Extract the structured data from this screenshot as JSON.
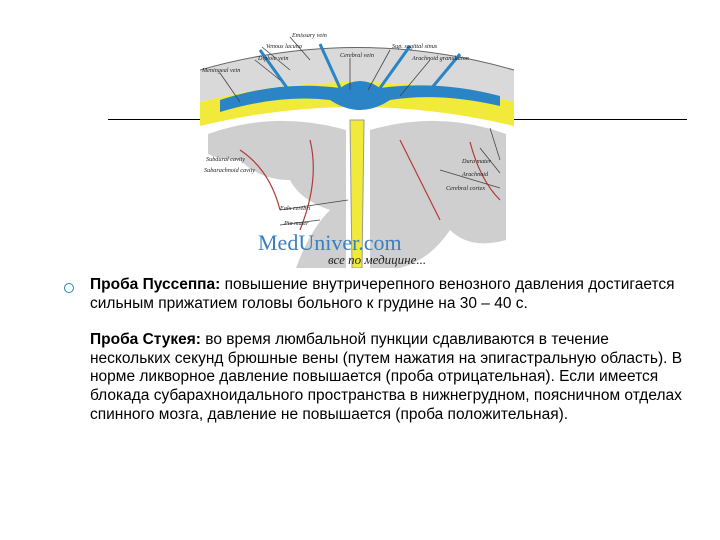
{
  "figure": {
    "labels": {
      "emissary_vein": "Emissary vein",
      "venous_lacuna": "Venous lacuna",
      "diploic_vein": "Diploic vein",
      "meningeal_vein": "Meningeal vein",
      "cerebral_vein_top": "Cerebral vein",
      "sup_sagittal_sinus": "Sup. sagittal sinus",
      "arachnoid_granulation": "Arachnoid granulation",
      "subdural_cavity": "Subdural cavity",
      "subarachnoid_cavity": "Subarachnoid cavity",
      "falx_cerebri": "Falx cerebri",
      "pia_mater": "Pia mater",
      "dura_mater": "Dura mater",
      "arachnoid": "Arachnoid",
      "cerebral_cortex": "Cerebral cortex"
    },
    "watermark_main": "MedUniver.com",
    "watermark_sub": "все по медицине..."
  },
  "body": {
    "p1_title": "Проба Пуссеппа:",
    "p1_text": " повышение внутричерепного венозного давления достигается сильным прижатием головы больного к грудине на 30 – 40 с.",
    "p2_title": "Проба Стукея:",
    "p2_text": " во время люмбальной пункции сдавливаются в течение нескольких секунд брюшные вены (путем нажатия на эпигастральную область). В норме ликворное давление повышается (проба отрицательная). Если имеется блокада субарахноидального пространства в нижнегрудном, поясничном отделах спинного мозга, давление не повышается (проба положительная)."
  }
}
